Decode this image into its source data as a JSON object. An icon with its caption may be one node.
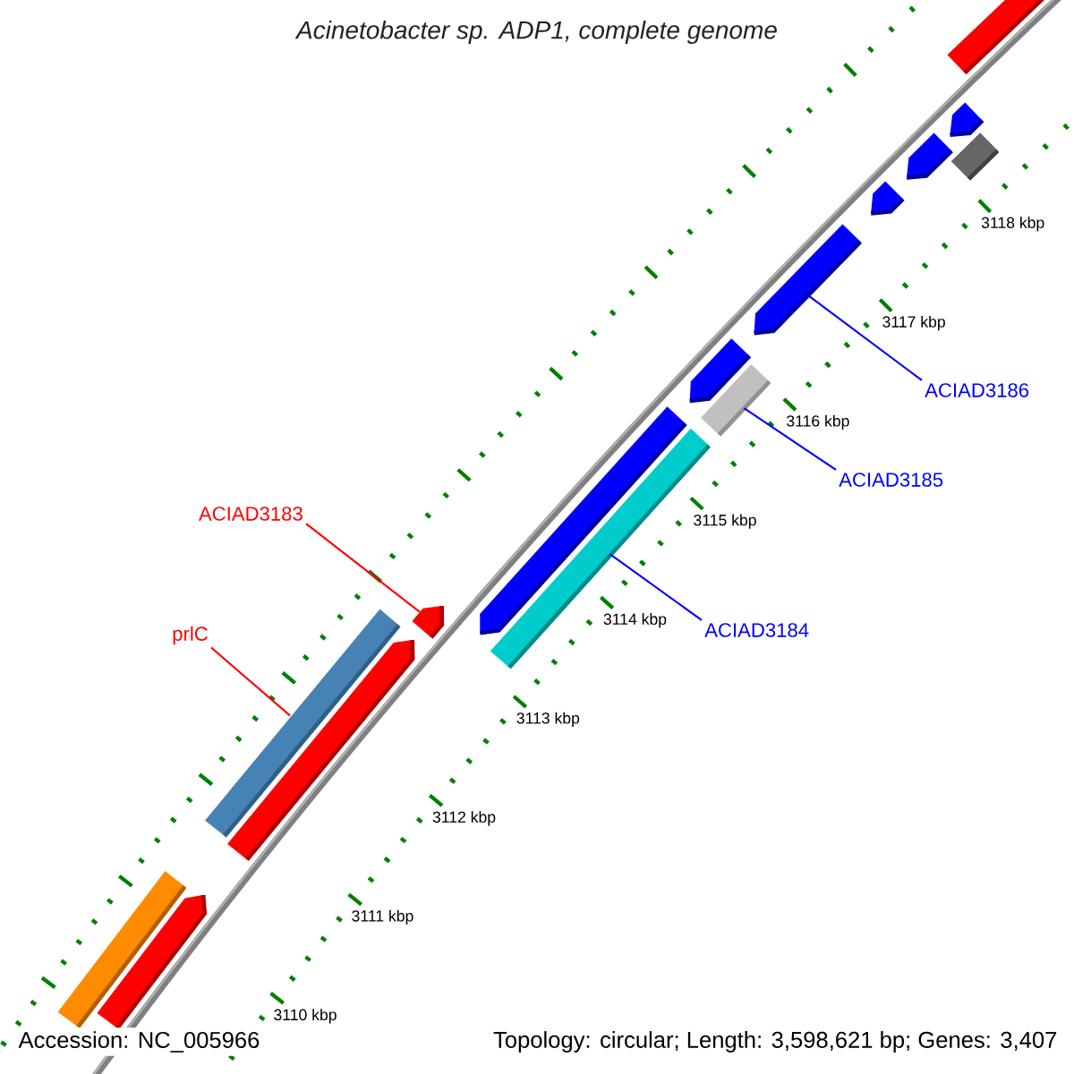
{
  "diagram": {
    "title": "Acinetobacter sp. ADP1, complete genome",
    "nodes": [
      {
        "text": [
          "ACIAD3183"
        ]
      },
      {
        "text": [
          "prlC"
        ]
      },
      {
        "text": [
          "ACIAD3184"
        ]
      },
      {
        "text": [
          "ACIAD3185"
        ]
      },
      {
        "text": [
          "ACIAD3186"
        ]
      },
      {
        "text": [],
        "shape": "bar"
      },
      {
        "text": [],
        "shape": "arrow"
      },
      {
        "text": [],
        "shape": "bar"
      },
      {
        "text": [],
        "shape": "arrow"
      },
      {
        "text": [],
        "shape": "arrow"
      },
      {
        "text": [],
        "shape": "arrow"
      },
      {
        "text": [],
        "shape": "bar"
      },
      {
        "text": [],
        "shape": "arrow"
      },
      {
        "text": [],
        "shape": "bar"
      },
      {
        "text": [],
        "shape": "arrow"
      },
      {
        "text": [],
        "shape": "arrow"
      },
      {
        "text": [],
        "shape": "arrow"
      },
      {
        "text": [],
        "shape": "arrow"
      },
      {
        "text": [],
        "shape": "bar"
      },
      {
        "text": [],
        "shape": "bar"
      }
    ],
    "edges": [
      {
        "from": 0,
        "to": 9,
        "arrow": "none",
        "color": "#ff0000"
      },
      {
        "from": 1,
        "to": 7,
        "arrow": "none",
        "color": "#ff0000"
      },
      {
        "from": 2,
        "to": 11,
        "arrow": "none"
      },
      {
        "from": 3,
        "to": 13,
        "arrow": "none"
      },
      {
        "from": 4,
        "to": 14,
        "arrow": "none"
      }
    ],
    "labels": [
      "3118 kbp",
      "3117 kbp",
      "3116 kbp",
      "3115 kbp",
      "3114 kbp",
      "3113 kbp",
      "3112 kbp",
      "3111 kbp",
      "3110 kbp",
      "Accession: NC_005966",
      "Topology: circular; Length: 3,598,621 bp; Genes: 3,407"
    ]
  }
}
